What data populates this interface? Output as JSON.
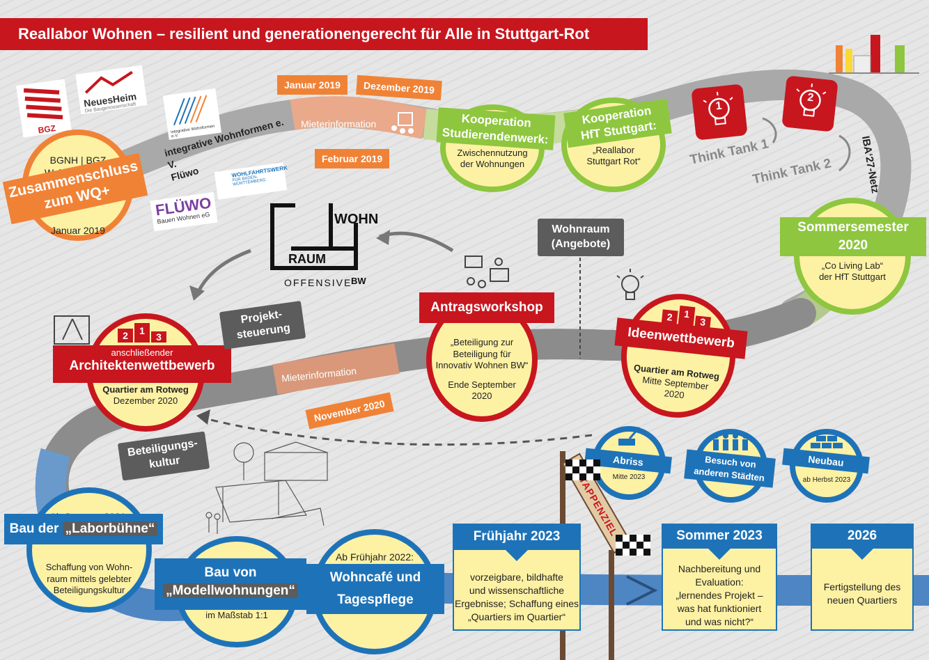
{
  "title": "Reallabor Wohnen – resilient und generationengerecht für Alle in Stuttgart-Rot",
  "logos": {
    "bgz": "BGZ",
    "neuesheim": "NeuesHeim",
    "neuesheim_sub": "Die Baugenossenschaft",
    "integrative_small": "integrative Wohnformen e.V.",
    "fluewo": "FLÜWO",
    "fluewo_sub": "Bauen Wohnen eG",
    "wohlfahrtswerk_a": "WOHLFAHRTSWERK",
    "wohlfahrtswerk_b": "FÜR BADEN-WÜRTTEMBERG",
    "wohnraum_a": "WOHN",
    "wohnraum_b": "RAUM",
    "wohnraum_c": "OFFENSIVE",
    "wohnraum_d": "BW"
  },
  "start": {
    "partners_a": "BGNH | BGZ",
    "partners_b": "Wohlfahrtswerk",
    "banner_a": "Zusammenschluss",
    "banner_b": "zum WQ+",
    "date": "Januar 2019",
    "integrative_a": "integrative Wohnformen e. V.",
    "integrative_b": "Flüwo"
  },
  "mieterinfo1": {
    "label": "Mieterinformation",
    "tag_jan": "Januar 2019",
    "tag_dez": "Dezember 2019",
    "tag_feb": "Februar 2019"
  },
  "koop1": {
    "banner_a": "Kooperation",
    "banner_b": "Studierendenwerk:",
    "text_a": "Zwischennutzung",
    "text_b": "der Wohnungen"
  },
  "koop2": {
    "banner_a": "Kooperation",
    "banner_b": "HfT Stuttgart:",
    "text_a": "„Reallabor",
    "text_b": "Stuttgart Rot“"
  },
  "think": {
    "t1": "Think Tank 1",
    "t2": "Think Tank 2",
    "n1": "1",
    "n2": "2",
    "iba": "IBA‘27-Netz"
  },
  "sommer2020": {
    "banner_a": "Sommersemester",
    "banner_b": "2020",
    "text_a": "„Co Living Lab“",
    "text_b": "der HfT Stuttgart"
  },
  "wohnraum_tag": {
    "a": "Wohnraum",
    "b": "(Angebote)"
  },
  "antrag": {
    "banner": "Antragsworkshop",
    "l1": "„Beteiligung zur",
    "l2": "Beteiligung für",
    "l3": "Innovativ Wohnen BW“",
    "l4": "Ende September",
    "l5": "2020"
  },
  "ideen": {
    "banner": "Ideenwettbewerb",
    "p1": "2",
    "p2": "1",
    "p3": "3",
    "l1": "Quartier am Rotweg",
    "l2": "Mitte September",
    "l3": "2020"
  },
  "architekt": {
    "pre": "anschließender",
    "banner": "Architektenwettbewerb",
    "p1": "2",
    "p2": "1",
    "p3": "3",
    "l1": "Quartier am Rotweg",
    "l2": "Dezember 2020"
  },
  "projekt": {
    "a": "Projekt-",
    "b": "steuerung"
  },
  "mieterinfo2": {
    "label": "Mieterinformation",
    "tag": "November 2020"
  },
  "beteiligung": {
    "a": "Beteiligungs-",
    "b": "kultur"
  },
  "labor": {
    "date": "Ab Sommer 2021:",
    "banner_a": "Bau der",
    "banner_b": "„Laborbühne“",
    "l1": "Schaffung von Wohn-",
    "l2": "raum mittels gelebter",
    "l3": "Beteiligungskultur"
  },
  "modell": {
    "banner_a": "Bau von",
    "banner_b": "„Modellwohnungen“",
    "l1": "im Maßstab 1:1"
  },
  "wohncafe": {
    "date": "Ab Frühjahr 2022:",
    "banner_a": "Wohncafé und",
    "banner_b": "Tagespflege"
  },
  "small": {
    "abriss": "Abriss",
    "abriss_d": "Mitte 2023",
    "besuch_a": "Besuch von",
    "besuch_b": "anderen Städten",
    "neubau": "Neubau",
    "neubau_d": "ab Herbst 2023"
  },
  "etappe": "ETAPPENZIEL",
  "fruehjahr": {
    "head": "Frühjahr 2023",
    "l1": "vorzeigbare, bildhafte",
    "l2": "und wissenschaftliche",
    "l3": "Ergebnisse; Schaffung eines",
    "l4": "„Quartiers im Quartier“"
  },
  "sommer2023": {
    "head": "Sommer 2023",
    "l1": "Nachbereitung und",
    "l2": "Evaluation:",
    "l3": "„lernendes Projekt –",
    "l4": "was hat funktioniert",
    "l5": "und was nicht?“"
  },
  "y2026": {
    "head": "2026",
    "l1": "Fertigstellung des",
    "l2": "neuen Quartiers"
  },
  "colors": {
    "red": "#c8161e",
    "orange": "#f08236",
    "green": "#8ec63f",
    "blue": "#1e73b8",
    "yellow": "#fdf1a4",
    "gray": "#5c5c5c"
  }
}
